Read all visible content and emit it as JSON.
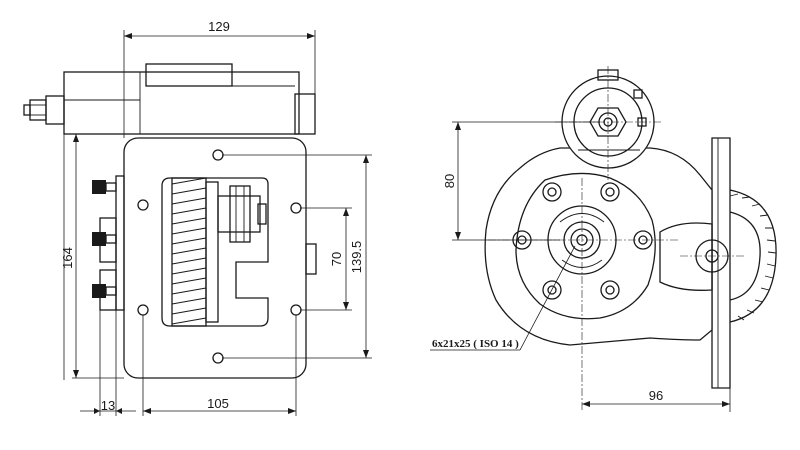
{
  "dimensions": {
    "top_width": "129",
    "left_height": "164",
    "bolt_spacing": "70",
    "plate_height": "139.5",
    "offset_small": "13",
    "bottom_width": "105",
    "right_vertical": "80",
    "right_horizontal": "96"
  },
  "callouts": {
    "spline_spec": "6x21x25 ( ISO 14 )"
  }
}
